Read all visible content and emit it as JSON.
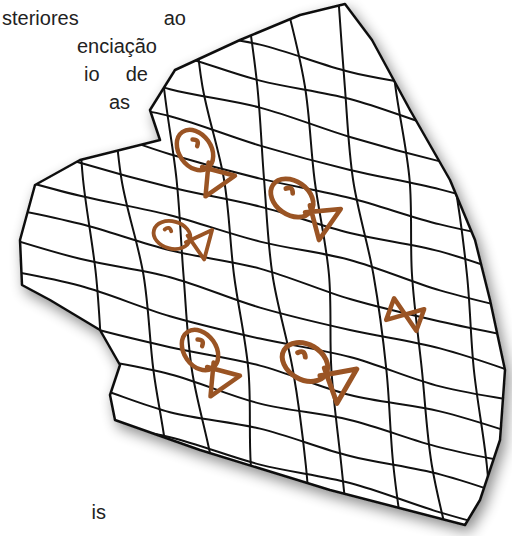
{
  "diagram": {
    "labels": [
      "steriores ao",
      "enciação",
      "io de",
      "as",
      "is"
    ]
  }
}
